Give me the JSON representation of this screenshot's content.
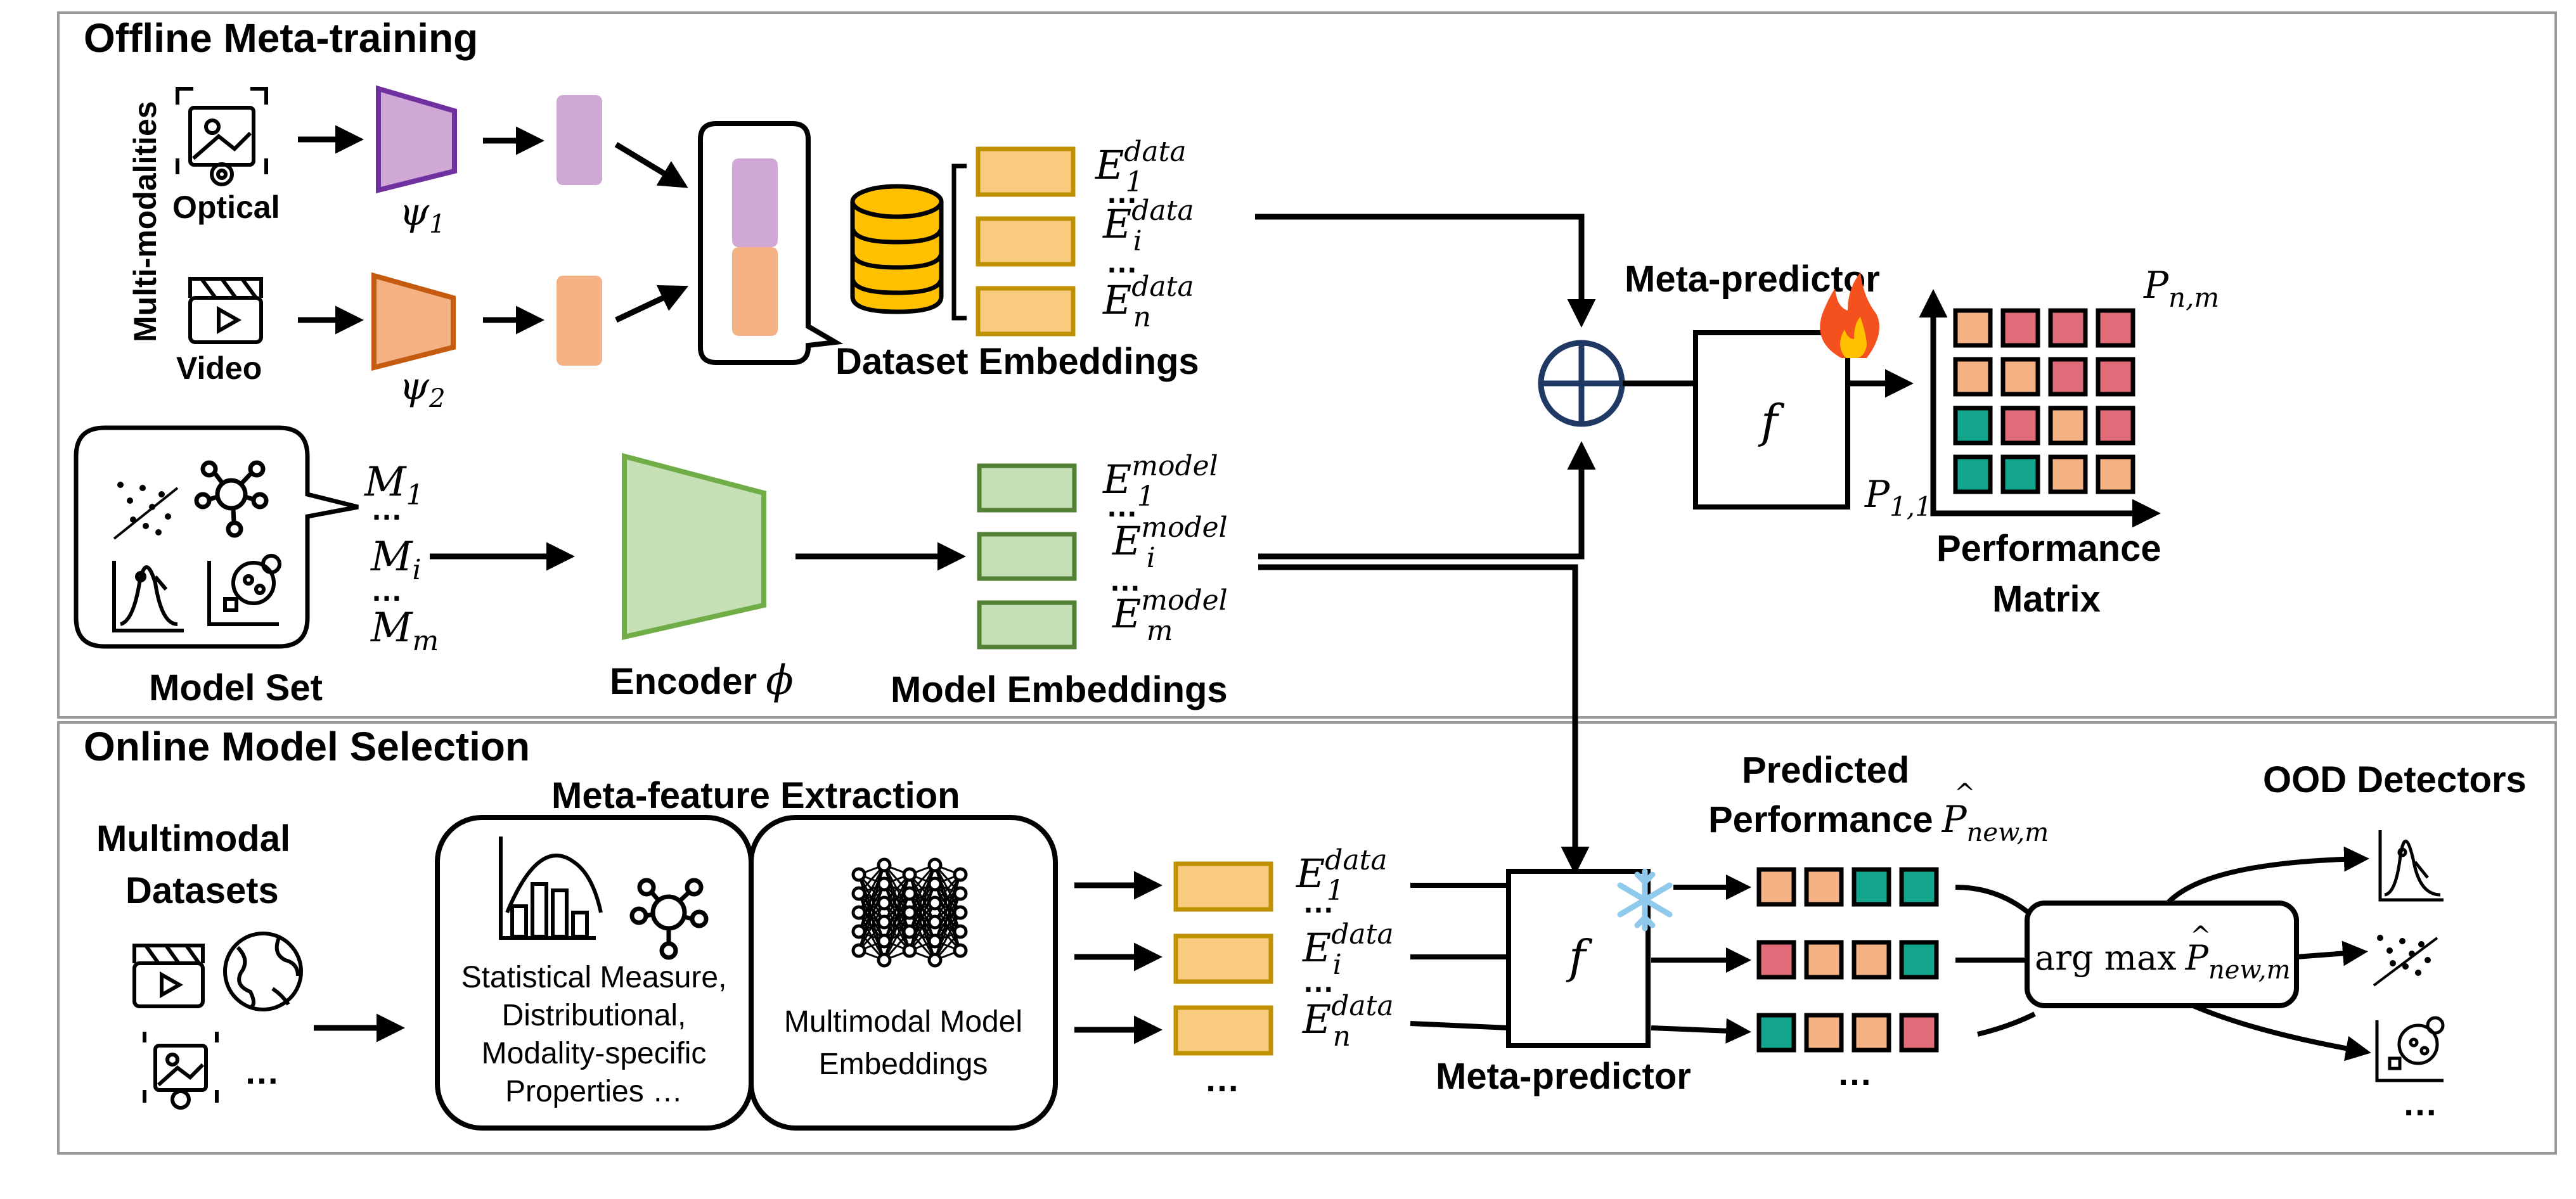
{
  "offline": {
    "title": "Offline Meta-training",
    "modalities_label": "Multi-modalities",
    "optical_label": "Optical",
    "video_label": "Video",
    "psi1": "ψ",
    "psi1_sub": "1",
    "psi2": "ψ",
    "psi2_sub": "2",
    "dataset_embeddings_label": "Dataset Embeddings",
    "e_data_1_sub": "1",
    "e_data_i_sub": "i",
    "e_data_n_sub": "n",
    "e_letter": "E",
    "data_sup": "data",
    "model_sup": "model",
    "dots": "…",
    "m_letter": "M",
    "m1_sub": "1",
    "mi_sub": "i",
    "mm_sub": "m",
    "model_set_label": "Model Set",
    "encoder_label": "Encoder",
    "encoder_symbol": "ϕ",
    "model_embeddings_label": "Model Embeddings",
    "meta_predictor_label": "Meta-predictor",
    "f_label": "f",
    "p_letter": "P",
    "p_top_sub": "n,m",
    "p_bottom_sub": "1,1",
    "performance_matrix_line1": "Performance",
    "performance_matrix_line2": "Matrix",
    "matrix_rows": [
      [
        "orange",
        "pink",
        "pink",
        "pink"
      ],
      [
        "orange",
        "orange",
        "pink",
        "pink"
      ],
      [
        "teal",
        "pink",
        "orange",
        "pink"
      ],
      [
        "teal",
        "teal",
        "orange",
        "orange"
      ]
    ]
  },
  "online": {
    "title": "Online Model Selection",
    "multimodal_datasets_line1": "Multimodal",
    "multimodal_datasets_line2": "Datasets",
    "dots": "…",
    "meta_feature_title": "Meta-feature Extraction",
    "stat_line1": "Statistical Measure,",
    "stat_line2": "Distributional,",
    "stat_line3": "Modality-specific",
    "stat_line4": "Properties …",
    "mm_embed_line1": "Multimodal Model",
    "mm_embed_line2": "Embeddings",
    "meta_predictor_label": "Meta-predictor",
    "f_label": "f",
    "predicted_line1": "Predicted",
    "predicted_line2": "Performance",
    "p_hat_sub": "new,m",
    "argmax_text": "arg max",
    "ood_detectors_label": "OOD Detectors",
    "predicted_rows": [
      [
        "orange",
        "orange",
        "teal",
        "teal"
      ],
      [
        "pink",
        "orange",
        "orange",
        "teal"
      ],
      [
        "teal",
        "orange",
        "orange",
        "pink"
      ]
    ]
  },
  "colors": {
    "purple_fill": "#cfa8d6",
    "purple_stroke": "#7030a0",
    "salmon_fill": "#f4b183",
    "salmon_stroke": "#c55a11",
    "green_fill": "#c5e0b4",
    "green_stroke": "#538135",
    "yellow_fill": "#f8cb7f",
    "yellow_stroke": "#bf9000",
    "orange_cell": "#f4b183",
    "pink_cell": "#e06c7a",
    "teal_cell": "#12a58c",
    "navy": "#1f3864",
    "db_fill": "#ffc000"
  }
}
